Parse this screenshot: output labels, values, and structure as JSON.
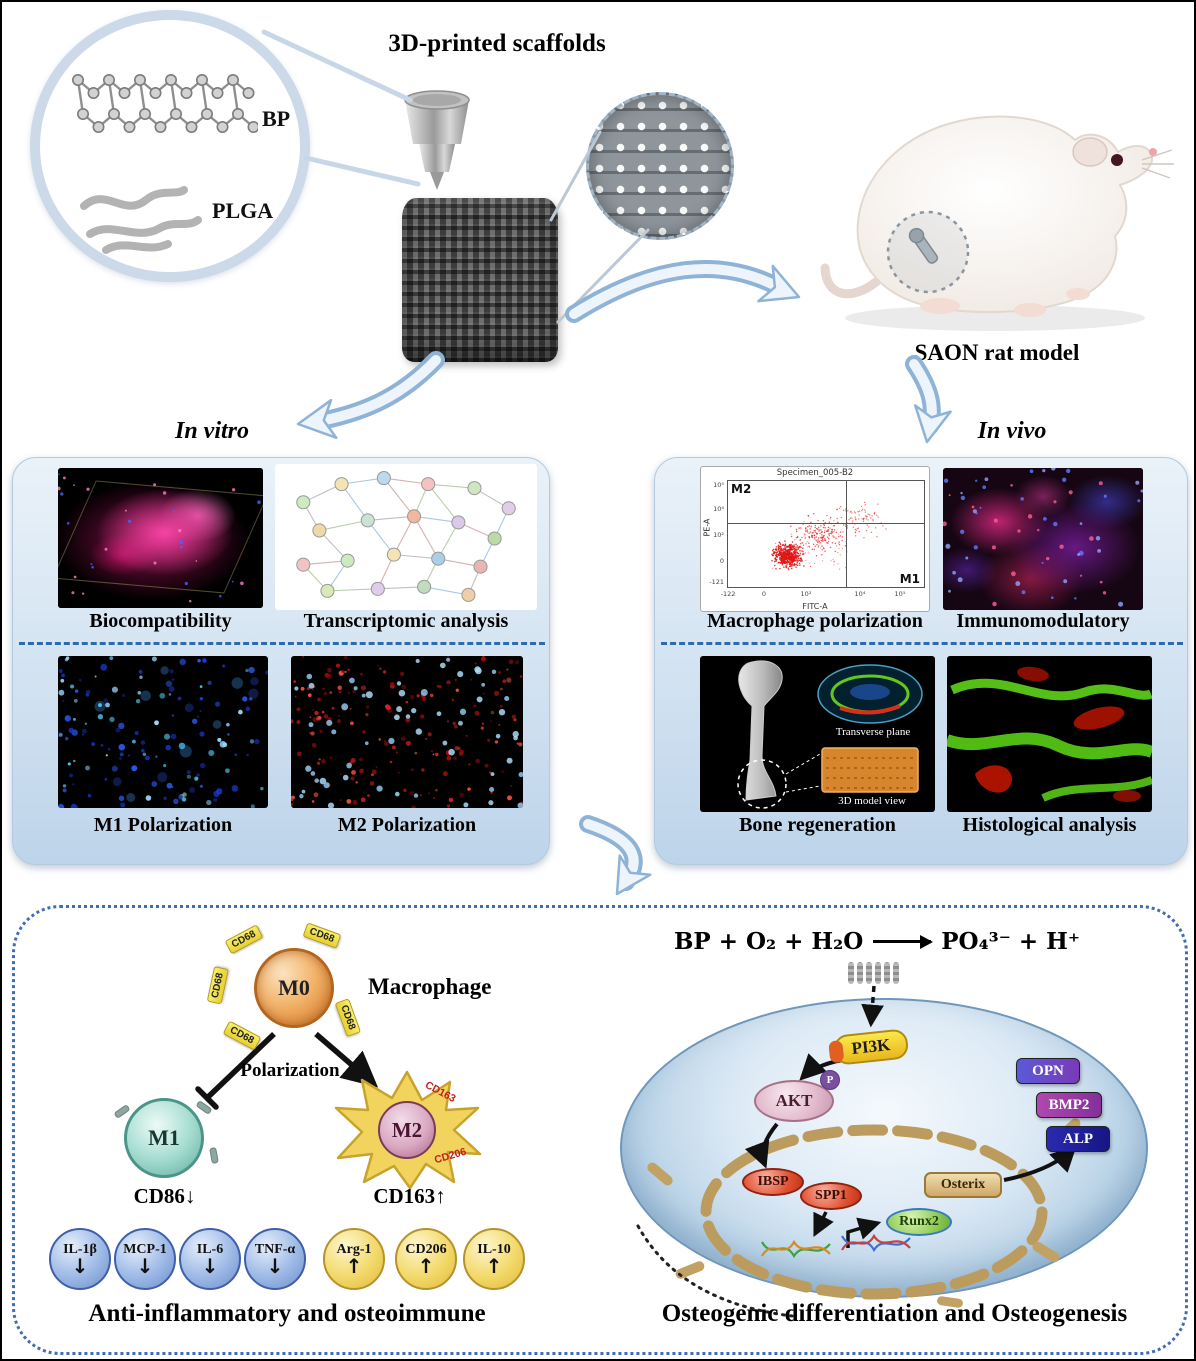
{
  "top": {
    "title": "3D-printed scaffolds",
    "bp_label": "BP",
    "plga_label": "PLGA",
    "rat_label": "SAON rat model",
    "invitro_label": "In vitro",
    "invivo_label": "In vivo"
  },
  "invitro": {
    "captions": {
      "biocompatibility": "Biocompatibility",
      "transcriptomic": "Transcriptomic analysis",
      "m1": "M1 Polarization",
      "m2": "M2 Polarization"
    }
  },
  "invivo": {
    "flow": {
      "title": "Specimen_005-B2",
      "q_m2": "M2",
      "q_m1": "M1",
      "y_label": "PE-A",
      "x_label": "FITC-A",
      "y_ticks": [
        "10⁵",
        "10⁴",
        "10²",
        "0",
        "-121"
      ],
      "x_ticks": [
        "-122",
        "0",
        "10²",
        "10⁴",
        "10⁵"
      ]
    },
    "bone": {
      "transverse": "Transverse plane",
      "model3d": "3D model view"
    },
    "captions": {
      "flow": "Macrophage polarization",
      "immuno": "Immunomodulatory",
      "bone": "Bone regeneration",
      "histo": "Histological analysis"
    }
  },
  "mech": {
    "mac": {
      "m0": "M0",
      "label": "Macrophage",
      "tags": [
        "CD68",
        "CD68",
        "CD68",
        "CD68",
        "CD68"
      ],
      "polarization": "Polarization",
      "m1": "M1",
      "m1_marker": "CD86↓",
      "m2": "M2",
      "m2_marker": "CD163↑",
      "ribbons": [
        "CD163",
        "CD206"
      ],
      "down": [
        {
          "name": "IL-1β",
          "arrow": "↓"
        },
        {
          "name": "MCP-1",
          "arrow": "↓"
        },
        {
          "name": "IL-6",
          "arrow": "↓"
        },
        {
          "name": "TNF-α",
          "arrow": "↓"
        }
      ],
      "up": [
        {
          "name": "Arg-1",
          "arrow": "↑"
        },
        {
          "name": "CD206",
          "arrow": "↑"
        },
        {
          "name": "IL-10",
          "arrow": "↑"
        }
      ],
      "caption": "Anti-inflammatory and osteoimmune"
    },
    "osteo": {
      "eq_left": "BP + O₂ + H₂O",
      "eq_right": "PO₄³⁻ + H⁺",
      "pi3k": "PI3K",
      "akt": "AKT",
      "p": "P",
      "ibsp": "IBSP",
      "spp1": "SPP1",
      "osterix": "Osterix",
      "runx2": "Runx2",
      "opn": "OPN",
      "bmp2": "BMP2",
      "alp": "ALP",
      "caption": "Osteogenic differentiation and Osteogenesis"
    }
  }
}
